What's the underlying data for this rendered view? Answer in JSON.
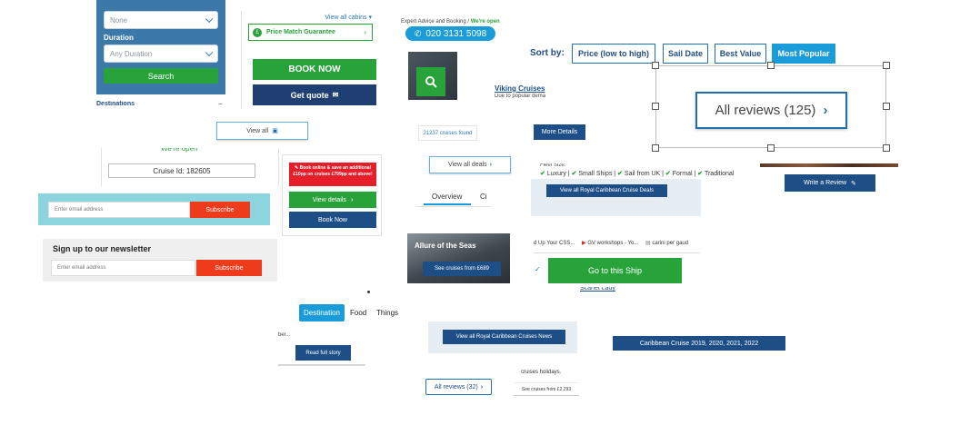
{
  "search_panel": {
    "cruise_line_value": "None",
    "duration_label": "Duration",
    "duration_value": "Any Duration",
    "search_button": "Search",
    "destinations_label": "Destinations"
  },
  "cabin_panel": {
    "view_all_cabins": "View all cabins",
    "price_match": "Price Match Guarantee",
    "book_now": "BOOK NOW",
    "get_quote": "Get quote"
  },
  "contact": {
    "advice_text": "Expert Advice and Booking / ",
    "open_text": "We're open",
    "phone": "020 3131 5098"
  },
  "sort": {
    "label": "Sort by:",
    "options": [
      "Price (low to high)",
      "Sail Date",
      "Best Value",
      "Most Popular"
    ]
  },
  "viking": {
    "title": "Viking Cruises",
    "snippet": "Due to popular dema"
  },
  "reviews_box": {
    "label": "All reviews (125)"
  },
  "view_all_box": {
    "label": "View all"
  },
  "cruises_found": {
    "label": "21237 cruises found"
  },
  "more_details": {
    "label": "More Details"
  },
  "cruise_id": {
    "open_text": "We're open",
    "label": "Cruise Id: 182605"
  },
  "offer_panel": {
    "banner": "Book online & save an additional £10pp on cruises £799pp and above!",
    "view_details": "View details",
    "book_now": "Book Now"
  },
  "view_all_deals": {
    "label": "View all deals"
  },
  "tabs": {
    "overview": "Overview",
    "next": "Ci"
  },
  "features": {
    "fleet_size": "Fleet Size:",
    "items": [
      "Luxury",
      "Small Ships",
      "Sail from UK",
      "Formal",
      "Traditional"
    ],
    "deals_button": "View all Royal Caribbean Cruise Deals"
  },
  "write_review": {
    "label": "Write a Review"
  },
  "newsletter_top": {
    "placeholder": "Enter email address",
    "subscribe": "Subscribe"
  },
  "newsletter": {
    "title": "Sign up to our newsletter",
    "placeholder": "Enter email address",
    "subscribe": "Subscribe"
  },
  "allure": {
    "title": "Allure of the Seas",
    "button": "See cruises from £689"
  },
  "bookmarks": {
    "items": [
      "d Up Your CSS...",
      "GV workshops - Yo...",
      "carini per gaud"
    ],
    "go_button": "Go to this Ship",
    "link": "Scarlet Lady"
  },
  "category_tabs": {
    "items": [
      "Destination",
      "Food",
      "Things"
    ],
    "snippet": "ber...",
    "read_full_story": "Read full story"
  },
  "news_button": {
    "label": "View all Royal Caribbean Cruises News"
  },
  "caribbean_button": {
    "label": "Caribbean Cruise 2019, 2020, 2021, 2022"
  },
  "reviews_small": {
    "label": "All reviews (32)"
  },
  "cruise_holidays": {
    "snippet": "cruises holidays.",
    "price": "See cruises from £2,293"
  }
}
